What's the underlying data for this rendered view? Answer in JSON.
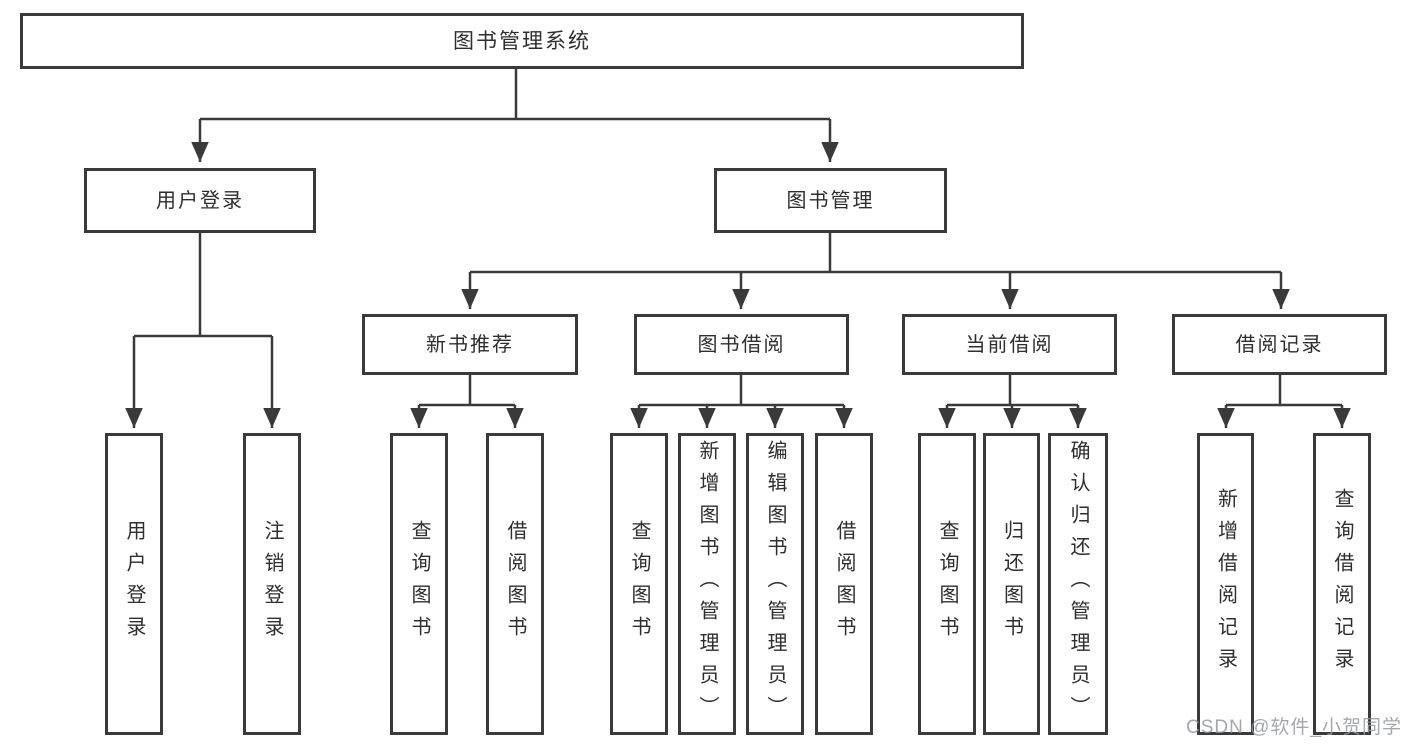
{
  "diagram": {
    "title": "图书管理系统",
    "branches": [
      {
        "label": "用户登录",
        "children": [
          {
            "label": "用户登录"
          },
          {
            "label": "注销登录"
          }
        ]
      },
      {
        "label": "图书管理",
        "children": [
          {
            "label": "新书推荐",
            "children": [
              {
                "label": "查询图书"
              },
              {
                "label": "借阅图书"
              }
            ]
          },
          {
            "label": "图书借阅",
            "children": [
              {
                "label": "查询图书"
              },
              {
                "label": "新增图书（管理员）"
              },
              {
                "label": "编辑图书（管理员）"
              },
              {
                "label": "借阅图书"
              }
            ]
          },
          {
            "label": "当前借阅",
            "children": [
              {
                "label": "查询图书"
              },
              {
                "label": "归还图书"
              },
              {
                "label": "确认归还（管理员）"
              }
            ]
          },
          {
            "label": "借阅记录",
            "children": [
              {
                "label": "新增借阅记录"
              },
              {
                "label": "查询借阅记录"
              }
            ]
          }
        ]
      }
    ]
  },
  "colors": {
    "line": "#3a3a3a",
    "box_border": "#3a3a3a",
    "text": "#2e2e2e",
    "watermark_text_color": "#9499a0"
  },
  "watermark": {
    "text": "CSDN @软件_小贺同学"
  }
}
